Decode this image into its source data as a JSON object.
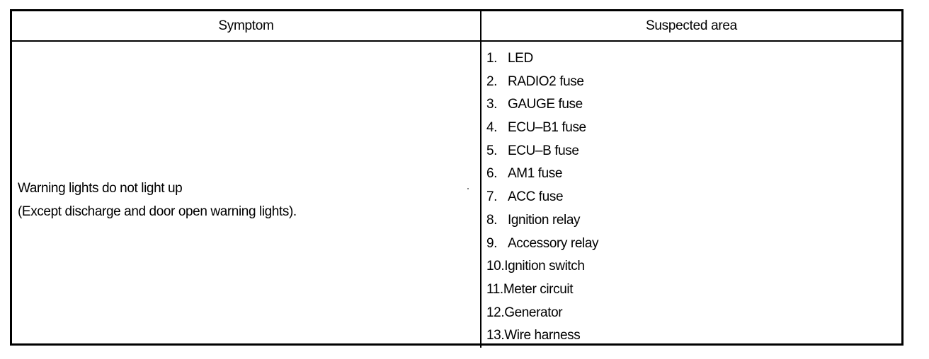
{
  "table": {
    "headers": {
      "symptom": "Symptom",
      "suspected_area": "Suspected area"
    },
    "symptom": {
      "line1": "Warning lights do not light up",
      "line2": "(Except discharge and door open warning lights)."
    },
    "suspected_areas": [
      {
        "num": "1.",
        "text": "LED"
      },
      {
        "num": "2.",
        "text": "RADIO2 fuse"
      },
      {
        "num": "3.",
        "text": "GAUGE fuse"
      },
      {
        "num": "4.",
        "text": "ECU–B1 fuse"
      },
      {
        "num": "5.",
        "text": "ECU–B fuse"
      },
      {
        "num": "6.",
        "text": "AM1 fuse"
      },
      {
        "num": "7.",
        "text": "ACC fuse"
      },
      {
        "num": "8.",
        "text": "Ignition relay"
      },
      {
        "num": "9.",
        "text": "Accessory relay"
      },
      {
        "num": "10.",
        "text": "Ignition switch"
      },
      {
        "num": "11.",
        "text": "Meter circuit"
      },
      {
        "num": "12.",
        "text": "Generator"
      },
      {
        "num": "13.",
        "text": "Wire harness"
      }
    ]
  }
}
